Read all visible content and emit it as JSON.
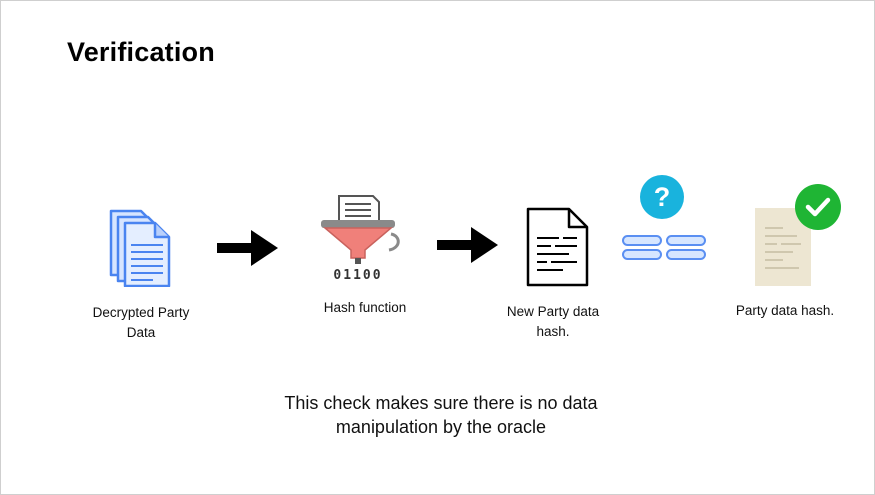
{
  "slide": {
    "title": "Verification",
    "footer": "This check makes sure there is no data manipulation by the oracle"
  },
  "flow": {
    "decrypted_label": "Decrypted Party Data",
    "hash_function_label": "Hash function",
    "new_hash_label": "New Party data hash.",
    "party_hash_label": "Party data hash."
  },
  "icons": {
    "documents": "stacked-documents-icon",
    "hash": "funnel-hash-icon",
    "binary_text": "01100",
    "document": "text-document-icon",
    "question": "?",
    "equals": "equals-icon",
    "paper": "paper-document-icon",
    "check": "check-icon"
  },
  "colors": {
    "doc_blue": "#4a84f0",
    "doc_blue_light": "#d7e5ff",
    "funnel": "#f0807a",
    "question_bg": "#19b3dd",
    "equals_fill": "#d6e6ff",
    "equals_stroke": "#5a8ff2",
    "check_bg": "#1fb534",
    "paper_bg": "#ede6d2"
  }
}
